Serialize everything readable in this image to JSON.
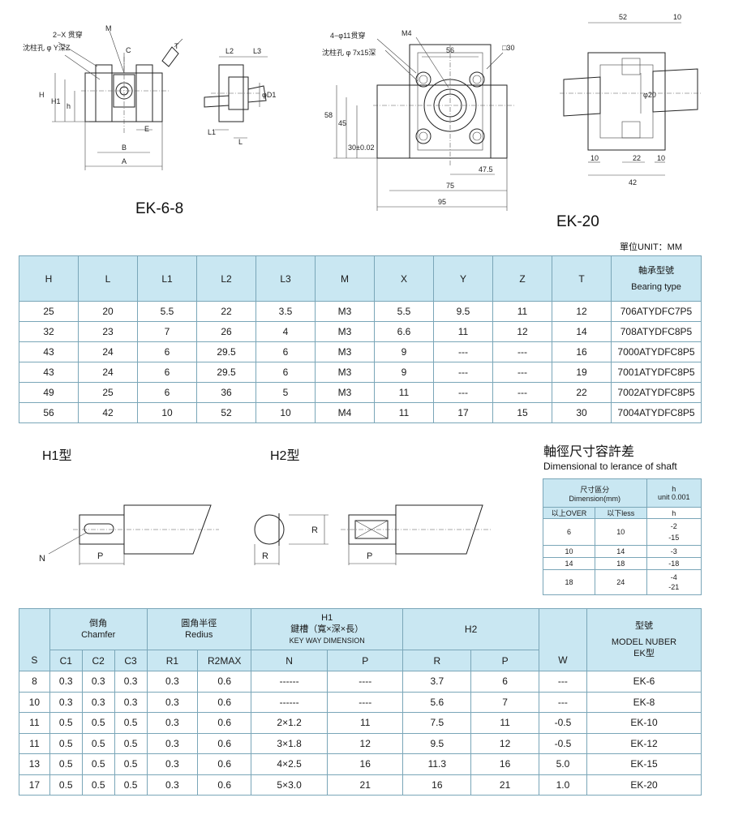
{
  "ek68": {
    "title": "EK-6-8",
    "labels": {
      "through": "2−X 贯穿",
      "counterbore": "沈柱孔 φ Y深Z",
      "M": "M",
      "C": "C",
      "T": "T",
      "H": "H",
      "H1": "H1",
      "h": "h",
      "E": "E",
      "B": "B",
      "A": "A",
      "L2": "L2",
      "L3": "L3",
      "D1": "φD1",
      "L1": "L1",
      "L": "L"
    }
  },
  "ek20": {
    "title": "EK-20",
    "labels": {
      "through": "4−φ11贯穿",
      "counterbore": "沈柱孔 φ 7x15深",
      "M4": "M4",
      "d56": "56",
      "sq30": "□30",
      "d58": "58",
      "d45": "45",
      "d30tol": "30±0.02",
      "d47_5": "47.5",
      "d75": "75",
      "d95": "95",
      "d52": "52",
      "d10a": "10",
      "phi20": "φ20",
      "d22": "22",
      "d10b": "10",
      "d42": "42",
      "d10c": "10"
    }
  },
  "unit": "單位UNIT：MM",
  "table_bearing": {
    "headers": [
      "H",
      "L",
      "L1",
      "L2",
      "L3",
      "M",
      "X",
      "Y",
      "Z",
      "T"
    ],
    "bearing_header_cn": "軸承型號",
    "bearing_header_en": "Bearing type",
    "rows": [
      [
        "25",
        "20",
        "5.5",
        "22",
        "3.5",
        "M3",
        "5.5",
        "9.5",
        "11",
        "12",
        "706ATYDFC7P5"
      ],
      [
        "32",
        "23",
        "7",
        "26",
        "4",
        "M3",
        "6.6",
        "11",
        "12",
        "14",
        "708ATYDFC8P5"
      ],
      [
        "43",
        "24",
        "6",
        "29.5",
        "6",
        "M3",
        "9",
        "---",
        "---",
        "16",
        "7000ATYDFC8P5"
      ],
      [
        "43",
        "24",
        "6",
        "29.5",
        "6",
        "M3",
        "9",
        "---",
        "---",
        "19",
        "7001ATYDFC8P5"
      ],
      [
        "49",
        "25",
        "6",
        "36",
        "5",
        "M3",
        "11",
        "---",
        "---",
        "22",
        "7002ATYDFC8P5"
      ],
      [
        "56",
        "42",
        "10",
        "52",
        "10",
        "M4",
        "11",
        "17",
        "15",
        "30",
        "7004ATYDFC8P5"
      ]
    ]
  },
  "shaft_types": {
    "h1_title": "H1型",
    "h2_title": "H2型",
    "labels": {
      "N": "N",
      "P1": "P",
      "R1": "R",
      "R2": "R",
      "P2": "P"
    }
  },
  "tolerance": {
    "title_cn": "軸徑尺寸容許差",
    "title_en": "Dimensional to lerance of shaft",
    "head_cn": "尺寸區分",
    "head_en": "Dimension(mm)",
    "head_h": "h",
    "head_unit": "unit 0.001",
    "over": "以上OVER",
    "less": "以下less",
    "h_col": "h",
    "rows": [
      {
        "over": "6",
        "less": "10",
        "h1": "-2",
        "h2": "-15"
      },
      {
        "over": "10",
        "less": "14",
        "h1": "-3",
        "h2": ""
      },
      {
        "over": "14",
        "less": "18",
        "h1": "-18",
        "h2": ""
      },
      {
        "over": "18",
        "less": "24",
        "h1": "-4",
        "h2": "-21"
      }
    ]
  },
  "table_chamfer": {
    "S": "S",
    "chamfer_cn": "倒角",
    "chamfer_en": "Chamfer",
    "radius_cn": "圓角半徑",
    "radius_en": "Redius",
    "h1": "H1",
    "keyway_cn": "鍵槽（寬×深×長）",
    "keyway_en": "KEY WAY DIMENSION",
    "h2": "H2",
    "model_cn": "型號",
    "model_en": "MODEL NUBER",
    "model_ek": "EK型",
    "sub": [
      "C1",
      "C2",
      "C3",
      "R1",
      "R2MAX",
      "N",
      "P",
      "R",
      "P",
      "W"
    ],
    "rows": [
      [
        "8",
        "0.3",
        "0.3",
        "0.3",
        "0.3",
        "0.6",
        "------",
        "----",
        "3.7",
        "6",
        "---",
        "EK-6"
      ],
      [
        "10",
        "0.3",
        "0.3",
        "0.3",
        "0.3",
        "0.6",
        "------",
        "----",
        "5.6",
        "7",
        "---",
        "EK-8"
      ],
      [
        "11",
        "0.5",
        "0.5",
        "0.5",
        "0.3",
        "0.6",
        "2×1.2",
        "11",
        "7.5",
        "11",
        "-0.5",
        "EK-10"
      ],
      [
        "11",
        "0.5",
        "0.5",
        "0.5",
        "0.3",
        "0.6",
        "3×1.8",
        "12",
        "9.5",
        "12",
        "-0.5",
        "EK-12"
      ],
      [
        "13",
        "0.5",
        "0.5",
        "0.5",
        "0.3",
        "0.6",
        "4×2.5",
        "16",
        "11.3",
        "16",
        "5.0",
        "EK-15"
      ],
      [
        "17",
        "0.5",
        "0.5",
        "0.5",
        "0.3",
        "0.6",
        "5×3.0",
        "21",
        "16",
        "21",
        "1.0",
        "EK-20"
      ]
    ]
  }
}
